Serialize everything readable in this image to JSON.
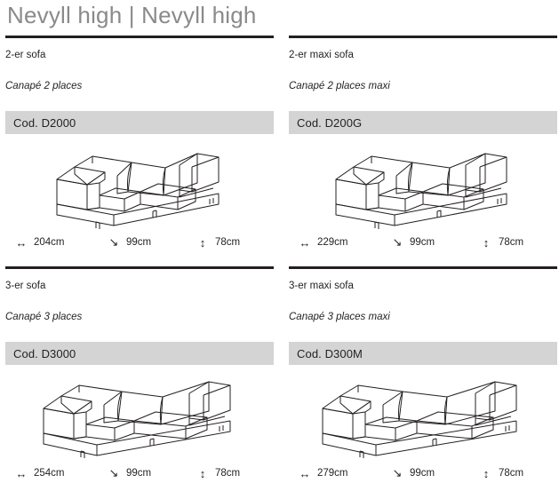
{
  "page": {
    "title": "Nevyll high | Nevyll high",
    "band_color": "#d4d4d4",
    "rule_color": "#231f20",
    "title_color": "#8a8a8a"
  },
  "icons": {
    "width_arrow": "↔",
    "depth_arrow": "↘",
    "height_arrow": "↕"
  },
  "products": [
    {
      "name_de": "2-er sofa",
      "name_fr": "Canapé 2 places",
      "code": "Cod. D2000",
      "dimensions": {
        "width": "204cm",
        "depth": "99cm",
        "height": "78cm"
      },
      "drawing": "sofa-2-seat-line-drawing"
    },
    {
      "name_de": "2-er maxi sofa",
      "name_fr": "Canapé 2 places maxi",
      "code": "Cod. D200G",
      "dimensions": {
        "width": "229cm",
        "depth": "99cm",
        "height": "78cm"
      },
      "drawing": "sofa-2-seat-maxi-line-drawing"
    },
    {
      "name_de": "3-er sofa",
      "name_fr": "Canapé 3 places",
      "code": "Cod. D3000",
      "dimensions": {
        "width": "254cm",
        "depth": "99cm",
        "height": "78cm"
      },
      "drawing": "sofa-3-seat-line-drawing"
    },
    {
      "name_de": "3-er maxi sofa",
      "name_fr": "Canapé 3 places maxi",
      "code": "Cod. D300M",
      "dimensions": {
        "width": "279cm",
        "depth": "99cm",
        "height": "78cm"
      },
      "drawing": "sofa-3-seat-maxi-line-drawing"
    }
  ]
}
